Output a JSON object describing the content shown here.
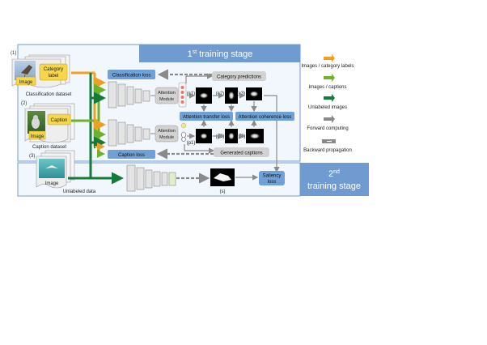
{
  "stage1": {
    "title": "1",
    "title_sup": "st",
    "title_rest": " training stage"
  },
  "stage2": {
    "line1": "2",
    "line1_sup": "nd",
    "line2": "training stage"
  },
  "datasets": {
    "classification": {
      "index": "(1)",
      "item": "Image",
      "label": "Category label",
      "label_line1": "Category",
      "label_line2": "label",
      "name": "Classification dataset"
    },
    "caption": {
      "index": "(2)",
      "item": "Image",
      "label": "Caption",
      "name": "Caption dataset"
    },
    "unlabeled": {
      "index": "(3)",
      "item": "Image",
      "name": "Unlabeled data"
    }
  },
  "boxes": {
    "classification_loss": "Classification loss",
    "category_predictions": "Category predictions",
    "attention_module_top": "Attention Module",
    "attention_module_bottom": "Attention Module",
    "attention_transfer_loss": "Attention transfer loss",
    "attention_coherence_loss": "Attention coherence loss",
    "caption_loss": "Caption loss",
    "generated_captions": "Generated captions",
    "saliency_loss": "Saliency loss"
  },
  "map_labels": {
    "c1": "(c1)",
    "c2": "(c2)",
    "c3": "(c3)",
    "p1": "(p1)",
    "p2": "(p2)",
    "p3": "(p3)",
    "s": "(s)"
  },
  "legend": [
    {
      "label": "Images / category labels",
      "color": "#f0a020"
    },
    {
      "label": "Images / captions",
      "color": "#6ab32a"
    },
    {
      "label": "Unlabeled images",
      "color": "#157a3a"
    },
    {
      "label": "Forward computing",
      "color": "#8a8a8a"
    },
    {
      "label": "Backward propagation",
      "color": "#8a8a8a"
    }
  ],
  "colors": {
    "stage_blue": "#6f9bd0",
    "loss_blue": "#6fa0d6",
    "category_orange": "#f0a020",
    "caption_green": "#6ab32a",
    "unlabeled_green": "#157a3a",
    "gray_box": "#d2d2d2",
    "arrow_gray": "#8a8a8a"
  }
}
